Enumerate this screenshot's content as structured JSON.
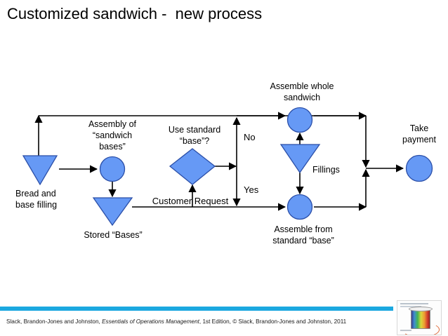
{
  "slide": {
    "title": "Customized sandwich -  new process",
    "accent_color": "#1CA8E0",
    "node_fill": "#6699F5",
    "node_stroke": "#2B4FA8"
  },
  "diagram": {
    "type": "process-flow",
    "nodes": [
      {
        "id": "bread-base-filling",
        "shape": "triangle",
        "label": "Bread and\nbase filling",
        "label_line1": "Bread and",
        "label_line2": "base filling"
      },
      {
        "id": "assembly-sandwich-bases",
        "shape": "circle",
        "label_line1": "Assembly of",
        "label_line2": "“sandwich",
        "label_line3": "bases”"
      },
      {
        "id": "stored-bases",
        "shape": "triangle",
        "label_line1": "Stored “Bases”"
      },
      {
        "id": "use-standard-base",
        "shape": "diamond",
        "label_line1": "Use standard",
        "label_line2": "“base”?"
      },
      {
        "id": "assemble-whole-sandwich",
        "shape": "circle",
        "label_line1": "Assemble whole",
        "label_line2": "sandwich"
      },
      {
        "id": "fillings",
        "shape": "triangle",
        "label_line1": "Fillings"
      },
      {
        "id": "assemble-from-standard-base",
        "shape": "circle",
        "label_line1": "Assemble from",
        "label_line2": "standard “base”"
      },
      {
        "id": "take-payment",
        "shape": "circle",
        "label_line1": "Take",
        "label_line2": "payment"
      }
    ],
    "edge_labels": {
      "customer_request": "Customer Request",
      "no": "No",
      "yes": "Yes"
    }
  },
  "footer": {
    "citation_part1": "Slack, Brandon-Jones and Johnston, ",
    "citation_title": "Essentials of Operations Management",
    "citation_part2": ", 1st Edition, © Slack, Brandon-Jones and Johnston, 2011"
  }
}
